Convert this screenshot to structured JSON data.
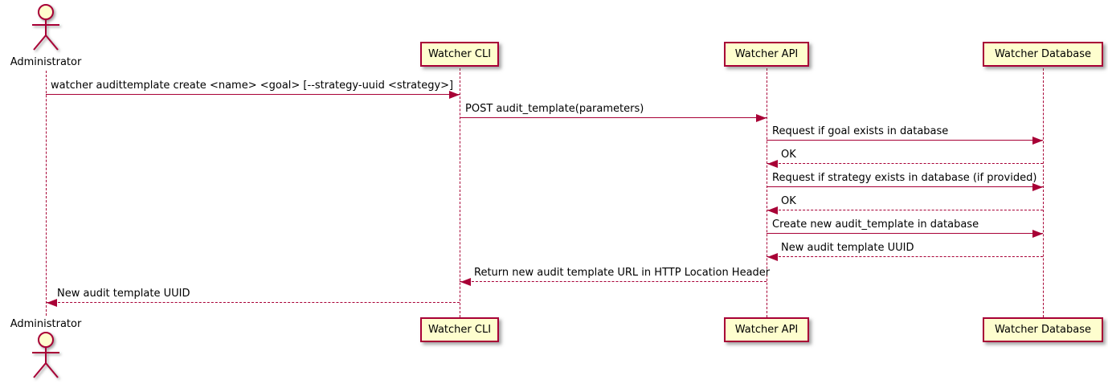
{
  "diagram": {
    "type": "uml-sequence",
    "actor": {
      "name": "Administrator"
    },
    "participants": [
      "Watcher CLI",
      "Watcher API",
      "Watcher Database"
    ],
    "colors": {
      "accent": "#A80036",
      "participant_fill": "#FEFECE",
      "text": "#000000"
    },
    "messages": [
      {
        "from": "Administrator",
        "to": "Watcher CLI",
        "style": "solid",
        "text": "watcher audittemplate create <name> <goal> [--strategy-uuid <strategy>]"
      },
      {
        "from": "Watcher CLI",
        "to": "Watcher API",
        "style": "solid",
        "text": "POST audit_template(parameters)"
      },
      {
        "from": "Watcher API",
        "to": "Watcher Database",
        "style": "solid",
        "text": "Request if goal exists in database"
      },
      {
        "from": "Watcher Database",
        "to": "Watcher API",
        "style": "dashed",
        "text": "OK"
      },
      {
        "from": "Watcher API",
        "to": "Watcher Database",
        "style": "solid",
        "text": "Request if strategy exists in database (if provided)"
      },
      {
        "from": "Watcher Database",
        "to": "Watcher API",
        "style": "dashed",
        "text": "OK"
      },
      {
        "from": "Watcher API",
        "to": "Watcher Database",
        "style": "solid",
        "text": "Create new audit_template in database"
      },
      {
        "from": "Watcher Database",
        "to": "Watcher API",
        "style": "dashed",
        "text": "New audit template UUID"
      },
      {
        "from": "Watcher API",
        "to": "Watcher CLI",
        "style": "dashed",
        "text": "Return new audit template URL in HTTP Location Header"
      },
      {
        "from": "Watcher CLI",
        "to": "Administrator",
        "style": "dashed",
        "text": "New audit template UUID"
      }
    ]
  }
}
